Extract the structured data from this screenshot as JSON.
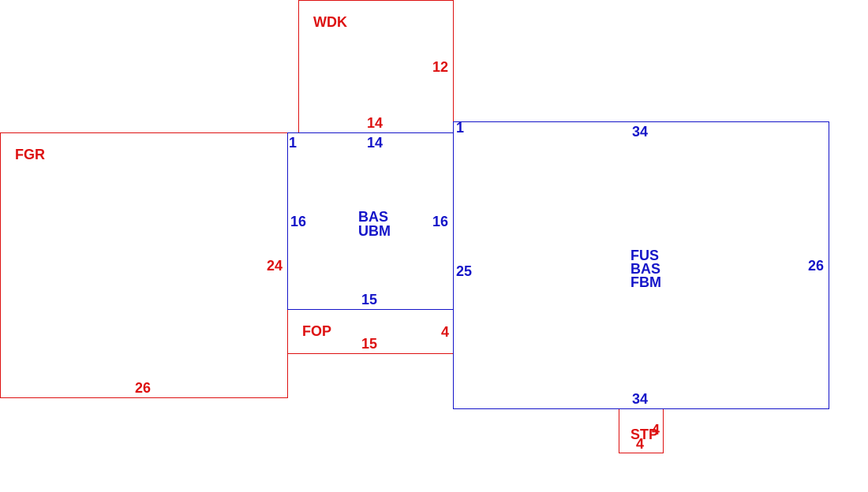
{
  "colors": {
    "red": "#dd1111",
    "blue": "#1414c8",
    "background": "#ffffff"
  },
  "areas": [
    {
      "id": "wdk",
      "color": "red",
      "codes": [
        "WDK"
      ],
      "dimensions": {
        "right": "12",
        "bottom": "14"
      }
    },
    {
      "id": "fgr",
      "color": "red",
      "codes": [
        "FGR"
      ],
      "dimensions": {
        "right": "24",
        "bottom": "26"
      }
    },
    {
      "id": "bas-ubm",
      "color": "blue",
      "codes": [
        "BAS",
        "UBM"
      ],
      "dimensions": {
        "corner": "1",
        "top": "14",
        "left": "16",
        "right": "16",
        "bottom": "15"
      }
    },
    {
      "id": "fop",
      "color": "red",
      "codes": [
        "FOP"
      ],
      "dimensions": {
        "right": "4",
        "bottom": "15"
      }
    },
    {
      "id": "fus-bas-fbm",
      "color": "blue",
      "codes": [
        "FUS",
        "BAS",
        "FBM"
      ],
      "dimensions": {
        "corner": "1",
        "top": "34",
        "left": "25",
        "right": "26",
        "bottom": "34"
      }
    },
    {
      "id": "stp",
      "color": "red",
      "codes": [
        "STP"
      ],
      "dimensions": {
        "right": "4",
        "bottom": "4"
      }
    }
  ]
}
